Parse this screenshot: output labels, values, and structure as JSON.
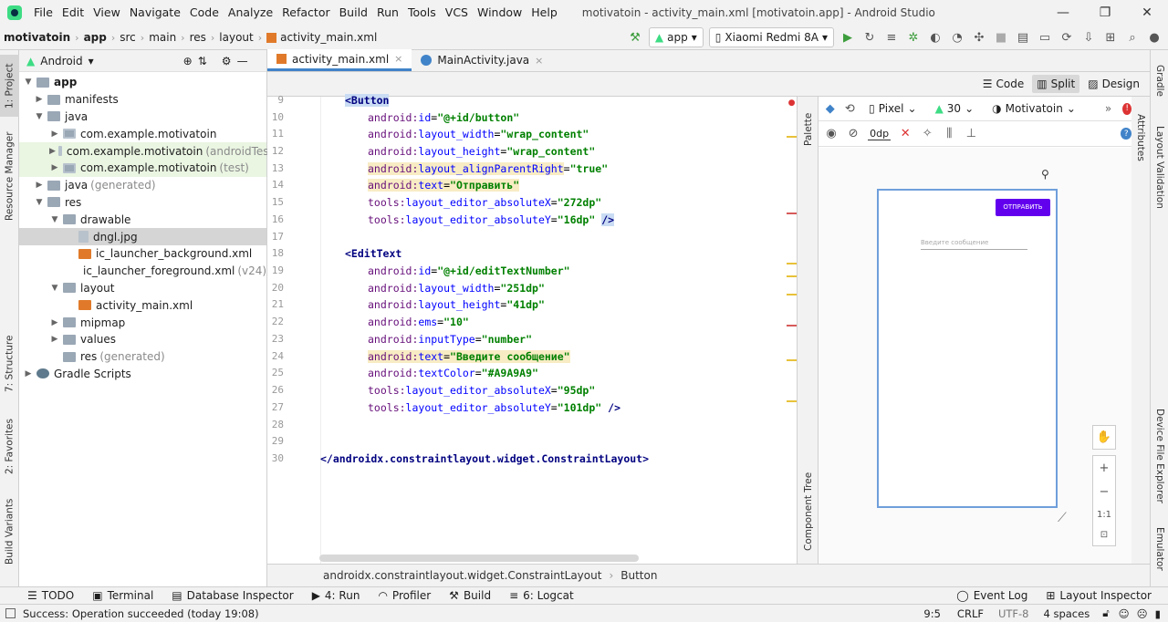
{
  "title_bar": {
    "menus": [
      "File",
      "Edit",
      "View",
      "Navigate",
      "Code",
      "Analyze",
      "Refactor",
      "Build",
      "Run",
      "Tools",
      "VCS",
      "Window",
      "Help"
    ],
    "title": "motivatoin - activity_main.xml [motivatoin.app] - Android Studio",
    "minimize": "—",
    "maximize": "❐",
    "close": "✕"
  },
  "nav_bar": {
    "crumbs": [
      "motivatoin",
      "app",
      "src",
      "main",
      "res",
      "layout",
      "activity_main.xml"
    ],
    "run_config": "app",
    "device": "Xiaomi Redmi 8A"
  },
  "left_strip": {
    "project": "1: Project",
    "resource_manager": "Resource Manager",
    "structure": "7: Structure",
    "favorites": "2: Favorites",
    "build_variants": "Build Variants"
  },
  "project_panel": {
    "view": "Android",
    "tree": [
      {
        "label": "app",
        "note": "",
        "bold": true
      },
      {
        "label": "manifests",
        "note": ""
      },
      {
        "label": "java",
        "note": ""
      },
      {
        "label": "com.example.motivatoin",
        "note": ""
      },
      {
        "label": "com.example.motivatoin",
        "note": "(androidTest)"
      },
      {
        "label": "com.example.motivatoin",
        "note": "(test)"
      },
      {
        "label": "java",
        "note": "(generated)"
      },
      {
        "label": "res",
        "note": ""
      },
      {
        "label": "drawable",
        "note": ""
      },
      {
        "label": "dngl.jpg",
        "note": ""
      },
      {
        "label": "ic_launcher_background.xml",
        "note": ""
      },
      {
        "label": "ic_launcher_foreground.xml",
        "note": "(v24)"
      },
      {
        "label": "layout",
        "note": ""
      },
      {
        "label": "activity_main.xml",
        "note": ""
      },
      {
        "label": "mipmap",
        "note": ""
      },
      {
        "label": "values",
        "note": ""
      },
      {
        "label": "res",
        "note": "(generated)"
      },
      {
        "label": "Gradle Scripts",
        "note": ""
      }
    ]
  },
  "editor_tabs": [
    {
      "label": "activity_main.xml",
      "close": "×"
    },
    {
      "label": "MainActivity.java",
      "close": "×"
    }
  ],
  "view_modes": {
    "code": "Code",
    "split": "Split",
    "design": "Design"
  },
  "code": {
    "line_numbers": [
      "9",
      "10",
      "11",
      "12",
      "13",
      "14",
      "15",
      "16",
      "17",
      "18",
      "19",
      "20",
      "21",
      "22",
      "23",
      "24",
      "25",
      "26",
      "27",
      "28",
      "29",
      "30"
    ],
    "button_tag": "<Button",
    "edittext_tag": "<EditText",
    "l10_a": "android:",
    "l10_b": "id",
    "l10_v": "\"@+id/button\"",
    "l11_a": "android:",
    "l11_b": "layout_width",
    "l11_v": "\"wrap_content\"",
    "l12_a": "android:",
    "l12_b": "layout_height",
    "l12_v": "\"wrap_content\"",
    "l13_a": "android:",
    "l13_b": "layout_alignParentRight",
    "l13_v": "\"true\"",
    "l14_a": "android:",
    "l14_b": "text",
    "l14_v": "\"Отправить\"",
    "l15_a": "tools:",
    "l15_b": "layout_editor_absoluteX",
    "l15_v": "\"272dp\"",
    "l16_a": "tools:",
    "l16_b": "layout_editor_absoluteY",
    "l16_v": "\"16dp\"",
    "l16_end": "/>",
    "l19_a": "android:",
    "l19_b": "id",
    "l19_v": "\"@+id/editTextNumber\"",
    "l20_a": "android:",
    "l20_b": "layout_width",
    "l20_v": "\"251dp\"",
    "l21_a": "android:",
    "l21_b": "layout_height",
    "l21_v": "\"41dp\"",
    "l22_a": "android:",
    "l22_b": "ems",
    "l22_v": "\"10\"",
    "l23_a": "android:",
    "l23_b": "inputType",
    "l23_v": "\"number\"",
    "l24_a": "android:",
    "l24_b": "text",
    "l24_v": "\"Введите сообщение\"",
    "l25_a": "android:",
    "l25_b": "textColor",
    "l25_v": "\"#A9A9A9\"",
    "l26_a": "tools:",
    "l26_b": "layout_editor_absoluteX",
    "l26_v": "\"95dp\"",
    "l27_a": "tools:",
    "l27_b": "layout_editor_absoluteY",
    "l27_v": "\"101dp\"",
    "l27_end": "/>",
    "l30": "</androidx.constraintlayout.widget.ConstraintLayout>"
  },
  "palette_strip": {
    "palette": "Palette",
    "component_tree": "Component Tree"
  },
  "design_toolbar": {
    "device": "Pixel",
    "api": "30",
    "theme": "Motivatoin",
    "margin": "0dp"
  },
  "preview": {
    "button_text": "ОТПРАВИТЬ",
    "edit_hint": "Введите сообщение"
  },
  "zoom": {
    "in": "+",
    "out": "−",
    "fit": "1:1"
  },
  "right_strip": {
    "gradle": "Gradle",
    "attributes": "Attributes",
    "layout_validation": "Layout Validation",
    "device_file_explorer": "Device File Explorer",
    "emulator": "Emulator"
  },
  "breadcrumb": [
    "androidx.constraintlayout.widget.ConstraintLayout",
    "Button"
  ],
  "tool_windows": {
    "todo": "TODO",
    "terminal": "Terminal",
    "db": "Database Inspector",
    "run": "4: Run",
    "profiler": "Profiler",
    "build": "Build",
    "logcat": "6: Logcat",
    "event_log": "Event Log",
    "layout_inspector": "Layout Inspector"
  },
  "status": {
    "message": "Success: Operation succeeded (today 19:08)",
    "position": "9:5",
    "line_sep": "CRLF",
    "encoding": "UTF-8",
    "indent": "4 spaces"
  },
  "colors": {
    "accent": "#6200ee",
    "selection": "#4083c9",
    "hint": "#a9a9a9"
  }
}
